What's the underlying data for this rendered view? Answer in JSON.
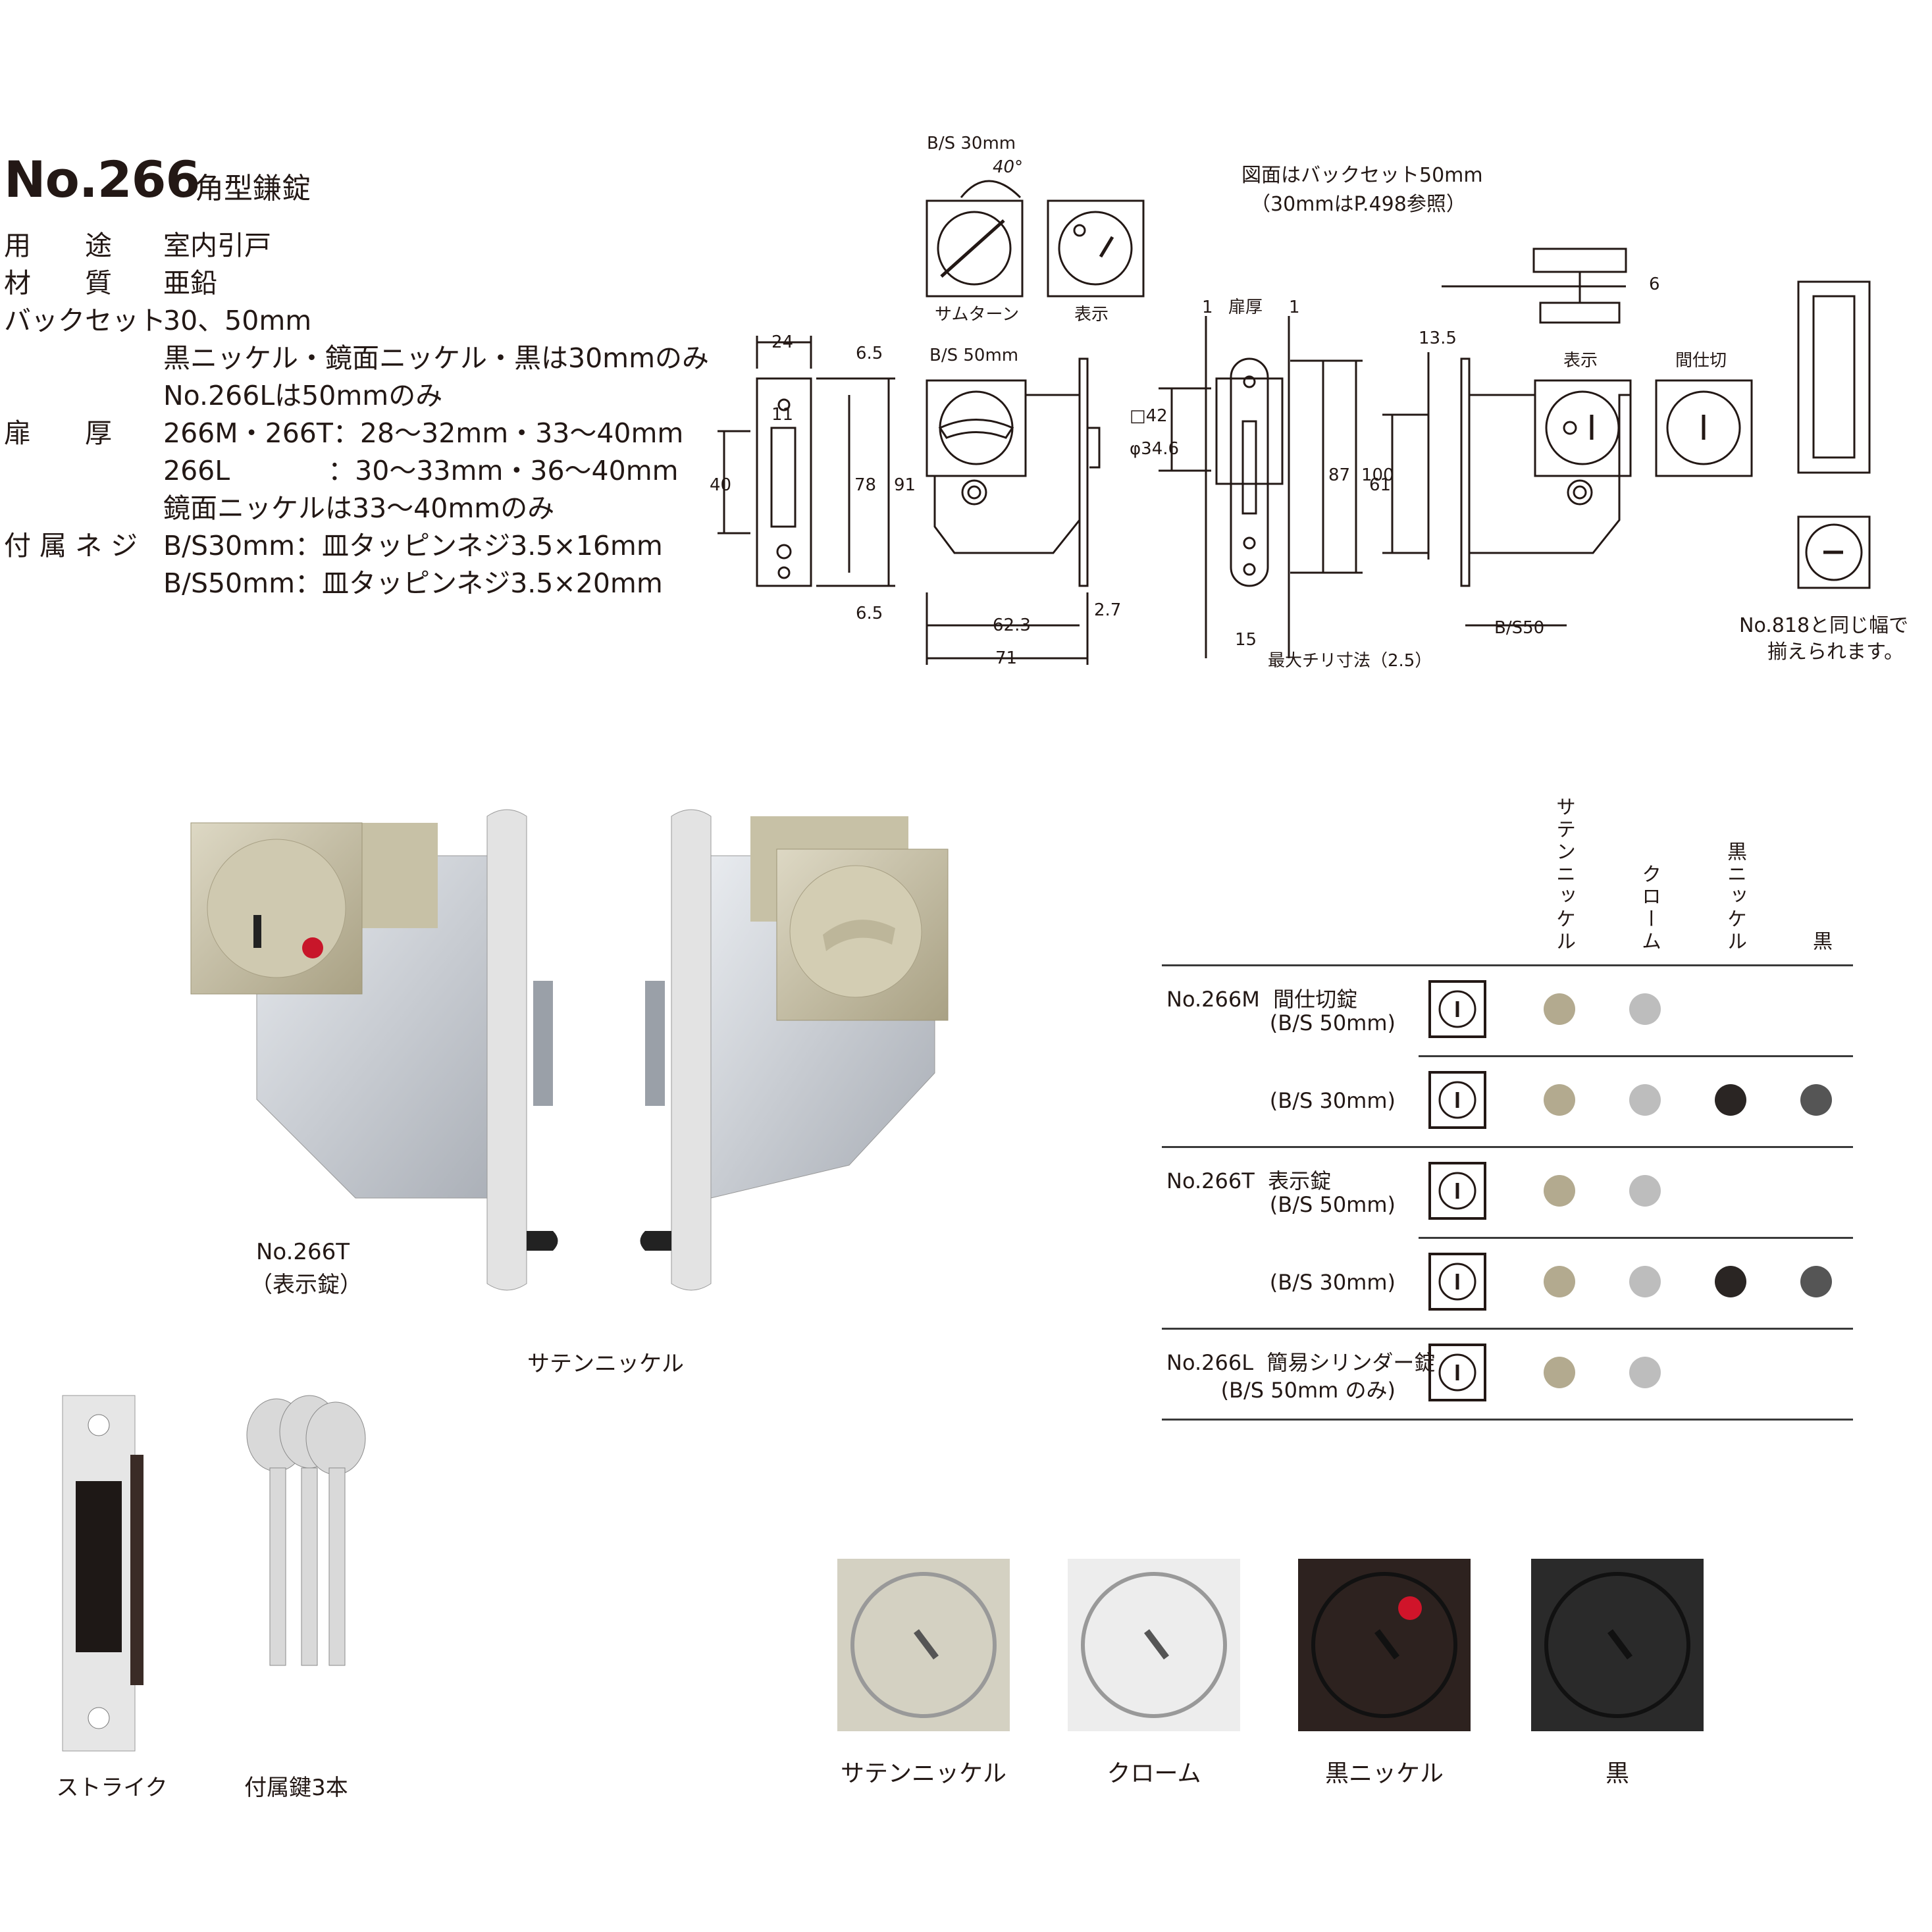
{
  "product": {
    "number": "No.266",
    "name": "角型鎌錠"
  },
  "specs": [
    {
      "label": "用　　途",
      "value": "室内引戸"
    },
    {
      "label": "材　　質",
      "value": "亜鉛"
    },
    {
      "label": "バックセット",
      "value": "30、50mm"
    },
    {
      "label": "",
      "value": "黒ニッケル・鏡面ニッケル・黒は30mmのみ"
    },
    {
      "label": "",
      "value": "No.266Lは50mmのみ"
    },
    {
      "label": "扉　　厚",
      "value": "266M・266T：28〜32mm・33〜40mm"
    },
    {
      "label": "",
      "value": "266L　　　  ：30〜33mm・36〜40mm"
    },
    {
      "label": "",
      "value": "鏡面ニッケルは33〜40mmのみ"
    },
    {
      "label": "付 属 ネ ジ",
      "value": "B/S30mm：皿タッピンネジ3.5×16mm"
    },
    {
      "label": "",
      "value": "B/S50mm：皿タッピンネジ3.5×20mm"
    }
  ],
  "drawing": {
    "bs30_label": "B/S 30mm",
    "angle": "40°",
    "thumbturn_label": "サムターン",
    "indicator_label": "表示",
    "bs50_label": "B/S 50mm",
    "note_line1": "図面はバックセット50mm",
    "note_line2": "（30mmはP.498参照）",
    "door_thickness": "扉厚",
    "dim_1a": "1",
    "dim_1b": "1",
    "dim_24": "24",
    "dim_6_5_top": "6.5",
    "dim_11": "11",
    "dim_40": "40",
    "dim_78": "78",
    "dim_91": "91",
    "dim_6_5_bottom": "6.5",
    "dim_62_3": "62.3",
    "dim_2_7": "2.7",
    "dim_71": "71",
    "dim_sq42": "□42",
    "dim_phi34_6": "φ34.6",
    "dim_87": "87",
    "dim_100": "100",
    "dim_15": "15",
    "max_chiri": "最大チリ寸法（2.5）",
    "dim_13_5": "13.5",
    "dim_61": "61",
    "dim_6": "6",
    "bs50_bottom": "B/S50",
    "indicator_label2": "表示",
    "partition_label": "間仕切",
    "no818_line1": "No.818と同じ幅で",
    "no818_line2": "揃えられます。"
  },
  "photo": {
    "caption_model": "No.266T",
    "caption_model_sub": "（表示錠）",
    "caption_finish": "サテンニッケル",
    "strike_label": "ストライク",
    "keys_label": "付属鍵3本"
  },
  "table": {
    "columns": [
      "サテンニッケル",
      "クローム",
      "黒ニッケル",
      "黒"
    ],
    "rows": [
      {
        "model": "No.266M  間仕切錠",
        "sub": "(B/S 50mm)",
        "icon": "partition-icon",
        "finishes": [
          true,
          true,
          false,
          false
        ]
      },
      {
        "model": "",
        "sub": "(B/S 30mm)",
        "icon": "partition-30-icon",
        "finishes": [
          true,
          true,
          true,
          true
        ]
      },
      {
        "model": "No.266T  表示錠",
        "sub": "(B/S 50mm)",
        "icon": "indicator-icon",
        "finishes": [
          true,
          true,
          false,
          false
        ]
      },
      {
        "model": "",
        "sub": "(B/S 30mm)",
        "icon": "indicator-30-icon",
        "finishes": [
          true,
          true,
          true,
          true
        ]
      },
      {
        "model": "No.266L  簡易シリンダー錠",
        "sub": "(B/S 50mm のみ)",
        "icon": "cylinder-icon",
        "finishes": [
          true,
          true,
          false,
          false
        ]
      }
    ],
    "colors": {
      "satin_nickel": "#b3aa8f",
      "chrome": "#bdbdbd",
      "black_nickel": "#2a2523",
      "black": "#555555"
    }
  },
  "finish_tiles": [
    {
      "label": "サテンニッケル",
      "color": "#d4d1c2"
    },
    {
      "label": "クローム",
      "color": "#ededed"
    },
    {
      "label": "黒ニッケル",
      "color": "#2d221f"
    },
    {
      "label": "黒",
      "color": "#2a2a2a"
    }
  ]
}
